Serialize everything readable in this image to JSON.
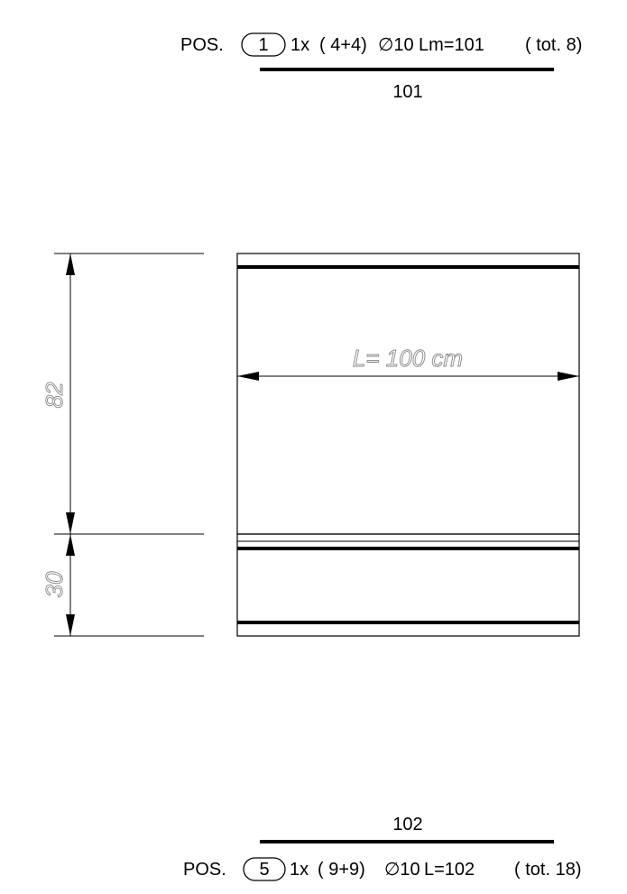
{
  "top_label": {
    "pos_prefix": "POS.",
    "pos_number": "1",
    "quantity": "1x",
    "count": "( 4+4)",
    "diameter": "∅10",
    "length": "Lm=101",
    "total": "( tot. 8)",
    "bar_length": "101"
  },
  "bottom_label": {
    "pos_prefix": "POS.",
    "pos_number": "5",
    "quantity": "1x",
    "count": "( 9+9)",
    "diameter": "∅10",
    "length": "L=102",
    "total": "( tot. 18)",
    "bar_length": "102"
  },
  "dimensions": {
    "height_upper": "82",
    "height_lower": "30",
    "width_text": "L=  100  cm"
  },
  "colors": {
    "line": "#000000",
    "dimension_text": "#888888"
  }
}
